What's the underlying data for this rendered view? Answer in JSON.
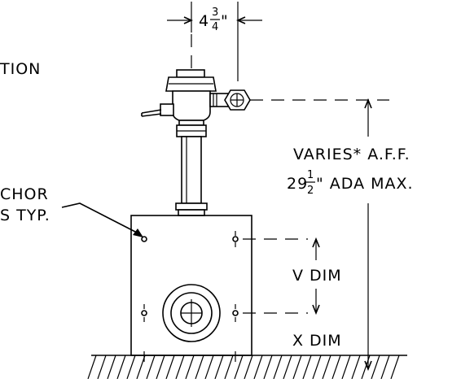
{
  "labels": {
    "top_dim_whole": "4",
    "top_dim_num": "3",
    "top_dim_den": "4",
    "top_dim_unit": "\"",
    "partial_left_text": "TION",
    "anchor_line1": "CHOR",
    "anchor_line2": "S TYP.",
    "varies": "VARIES* A.F.F.",
    "ada_whole": "29",
    "ada_num": "1",
    "ada_den": "2",
    "ada_rest": "\" ADA MAX.",
    "v_dim": "V DIM",
    "x_dim": "X DIM"
  }
}
